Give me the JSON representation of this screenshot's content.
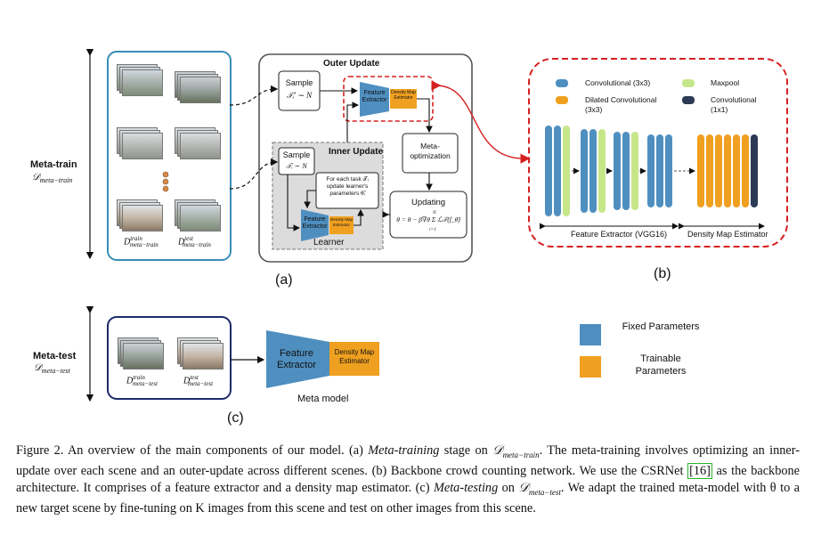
{
  "meta_train": {
    "label": "Meta-train",
    "symbol": "𝒟",
    "sub": "meta−train"
  },
  "meta_test": {
    "label": "Meta-test",
    "symbol": "𝒟",
    "sub": "meta−test"
  },
  "panel_a": {
    "d_train_sup": "train",
    "d_test_sup": "test",
    "d_sub": "meta−train",
    "d_letter": "D",
    "outer_update": "Outer Update",
    "sample_outer": "Sample",
    "sample_outer_sym": "𝒯ᵢ′ ∼ N",
    "feature_extractor": "Feature Extractor",
    "density_map_estimator": "Density Map Estimator",
    "meta_optimization": "Meta-optimization",
    "inner_update": "Inner Update",
    "sample_inner": "Sample",
    "sample_inner_sym": "𝒯ᵢ ∼ N",
    "for_each_task": "For each task 𝒯ᵢ update learner's parameters θ̃ᵢ",
    "learner": "Learner",
    "updating": "Updating",
    "updating_formula": "θ = θ − β∇θ Σ ℒ𝒯(f_θ̃)",
    "sum_top": "N",
    "sum_bottom": "i=1",
    "caption_label": "(a)"
  },
  "panel_b": {
    "legend": [
      {
        "label": "Convolutional (3x3)",
        "color": "#4f8fc0"
      },
      {
        "label": "Maxpool",
        "color": "#c6e68a"
      },
      {
        "label": "Dilated Convolutional (3x3)",
        "color": "#f0a020"
      },
      {
        "label": "Convolutional (1x1)",
        "color": "#2b3a55"
      }
    ],
    "feature_extractor_label": "Feature Extractor (VGG16)",
    "density_map_label": "Density Map Estimator",
    "caption_label": "(b)"
  },
  "panel_c": {
    "d_train_sup": "train",
    "d_test_sup": "test",
    "d_sub": "meta−test",
    "d_letter": "D",
    "feature_extractor": "Feature Extractor",
    "density_map_estimator": "Density Map Estimator",
    "meta_model": "Meta model",
    "caption_label": "(c)"
  },
  "param_legend": {
    "fixed": "Fixed Parameters",
    "fixed_color": "#4f8fc0",
    "trainable": "Trainable Parameters",
    "trainable_color": "#f0a020"
  },
  "caption": {
    "figure_label": "Figure 2.",
    "text1": " An overview of the main components of our model.  (a) ",
    "meta_training": "Meta-training",
    "text2": " stage on ",
    "d_meta_train": "𝒟",
    "d_meta_train_sub": "meta−train",
    "text3": ".  The meta-training involves optimizing an inner-update over each scene and an outer-update across different scenes. (b) Backbone crowd counting network. We use the CSRNet ",
    "ref": "[16]",
    "text4": " as the backbone architecture. It comprises of a feature extractor and a density map estimator. (c) ",
    "meta_testing": "Meta-testing",
    "text5": " on ",
    "d_meta_test": "𝒟",
    "d_meta_test_sub": "meta−test",
    "text6": ". We adapt the trained meta-model with θ to a new target scene by fine-tuning on K images from this scene and test on other images from this scene."
  }
}
